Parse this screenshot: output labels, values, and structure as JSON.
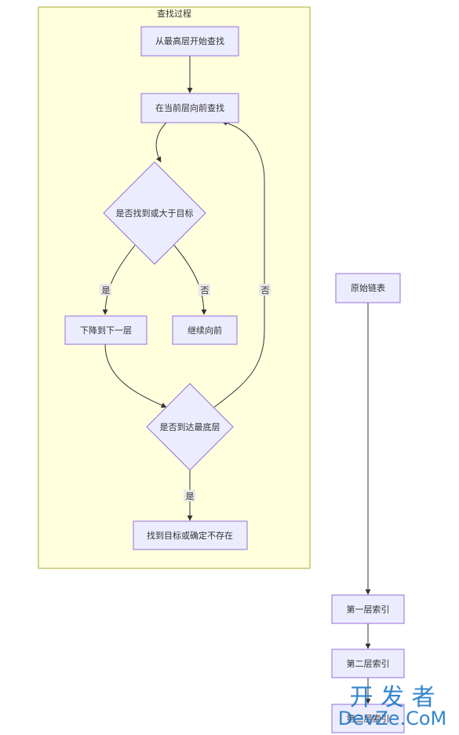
{
  "diagram": {
    "cluster_title": "查找过程",
    "nodes": {
      "start": "从最高层开始查找",
      "search_forward": "在当前层向前查找",
      "decision_found": "是否找到或大于目标",
      "descend": "下降到下一层",
      "continue_forward": "继续向前",
      "decision_bottom": "是否到达最底层",
      "result": "找到目标或确定不存在",
      "original_list": "原始链表",
      "level1_index": "第一层索引",
      "level2_index": "第二层索引",
      "level3_index": "第三层索引"
    },
    "edge_labels": {
      "yes_descend": "是",
      "no_continue": "否",
      "no_loop": "否",
      "yes_result": "是"
    }
  },
  "watermark": {
    "line1": "开 发 者",
    "line2": "DevZe.CoM"
  }
}
